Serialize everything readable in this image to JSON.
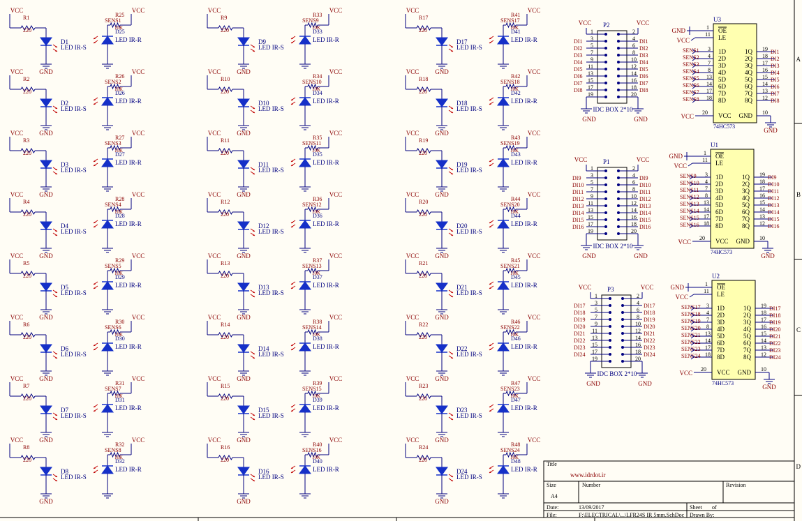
{
  "colors": {
    "background": "#fffdf5",
    "wire": "#000080",
    "label": "#8b0000",
    "component": "#000080",
    "part_fill": "#ffffb0",
    "diode_fill": "#1530c8",
    "frame": "#000000",
    "title_link": "#8b0000"
  },
  "cells": [
    {
      "r": "R1",
      "d": "D1",
      "rs": "R25",
      "dr": "D25",
      "sens": "SENS1"
    },
    {
      "r": "R2",
      "d": "D2",
      "rs": "R26",
      "dr": "D26",
      "sens": "SENS2"
    },
    {
      "r": "R3",
      "d": "D3",
      "rs": "R27",
      "dr": "D27",
      "sens": "SENS3"
    },
    {
      "r": "R4",
      "d": "D4",
      "rs": "R28",
      "dr": "D28",
      "sens": "SENS4"
    },
    {
      "r": "R5",
      "d": "D5",
      "rs": "R29",
      "dr": "D29",
      "sens": "SENS5"
    },
    {
      "r": "R6",
      "d": "D6",
      "rs": "R30",
      "dr": "D30",
      "sens": "SENS6"
    },
    {
      "r": "R7",
      "d": "D7",
      "rs": "R31",
      "dr": "D31",
      "sens": "SENS7"
    },
    {
      "r": "R8",
      "d": "D8",
      "rs": "R32",
      "dr": "D32",
      "sens": "SENS8"
    },
    {
      "r": "R9",
      "d": "D9",
      "rs": "R33",
      "dr": "D33",
      "sens": "SENS9"
    },
    {
      "r": "R10",
      "d": "D10",
      "rs": "R34",
      "dr": "D34",
      "sens": "SENS10"
    },
    {
      "r": "R11",
      "d": "D11",
      "rs": "R35",
      "dr": "D35",
      "sens": "SENS11"
    },
    {
      "r": "R12",
      "d": "D12",
      "rs": "R36",
      "dr": "D36",
      "sens": "SENS12"
    },
    {
      "r": "R13",
      "d": "D13",
      "rs": "R37",
      "dr": "D37",
      "sens": "SENS13"
    },
    {
      "r": "R14",
      "d": "D14",
      "rs": "R38",
      "dr": "D38",
      "sens": "SENS14"
    },
    {
      "r": "R15",
      "d": "D15",
      "rs": "R39",
      "dr": "D39",
      "sens": "SENS15"
    },
    {
      "r": "R16",
      "d": "D16",
      "rs": "R40",
      "dr": "D40",
      "sens": "SENS16"
    },
    {
      "r": "R17",
      "d": "D17",
      "rs": "R41",
      "dr": "D41",
      "sens": "SENS17"
    },
    {
      "r": "R18",
      "d": "D18",
      "rs": "R42",
      "dr": "D42",
      "sens": "SENS18"
    },
    {
      "r": "R19",
      "d": "D19",
      "rs": "R43",
      "dr": "D43",
      "sens": "SENS19"
    },
    {
      "r": "R20",
      "d": "D20",
      "rs": "R44",
      "dr": "D44",
      "sens": "SENS20"
    },
    {
      "r": "R21",
      "d": "D21",
      "rs": "R45",
      "dr": "D45",
      "sens": "SENS21"
    },
    {
      "r": "R22",
      "d": "D22",
      "rs": "R46",
      "dr": "D46",
      "sens": "SENS22"
    },
    {
      "r": "R23",
      "d": "D23",
      "rs": "R47",
      "dr": "D47",
      "sens": "SENS23"
    },
    {
      "r": "R24",
      "d": "D24",
      "rs": "R48",
      "dr": "D48",
      "sens": "SENS24"
    }
  ],
  "labels": {
    "vcc": "VCC",
    "gnd": "GND",
    "r_value": "220",
    "rs_value": "10K",
    "led_tx": "LED IR-S",
    "led_rx": "LED IR-R"
  },
  "connectors": [
    {
      "name": "P2",
      "pins": [
        "DI1",
        "DI2",
        "DI3",
        "DI4",
        "DI5",
        "DI6",
        "DI7",
        "DI8"
      ],
      "footer": "IDC BOX 2*10"
    },
    {
      "name": "P1",
      "pins": [
        "DI9",
        "DI10",
        "DI11",
        "DI12",
        "DI13",
        "DI14",
        "DI15",
        "DI16"
      ],
      "footer": "IDC BOX 2*10"
    },
    {
      "name": "P3",
      "pins": [
        "DI17",
        "DI18",
        "DI19",
        "DI20",
        "DI21",
        "DI22",
        "DI23",
        "DI24"
      ],
      "footer": "IDC BOX 2*10"
    }
  ],
  "latches": [
    {
      "name": "U3",
      "part": "74HC573",
      "in": [
        "SENS1",
        "SENS2",
        "SENS3",
        "SENS4",
        "SENS5",
        "SENS6",
        "SENS7",
        "SENS8"
      ],
      "out": [
        "DI1",
        "DI2",
        "DI3",
        "DI4",
        "DI5",
        "DI6",
        "DI7",
        "DI8"
      ]
    },
    {
      "name": "U1",
      "part": "74HC573",
      "in": [
        "SENS9",
        "SENS10",
        "SENS11",
        "SENS12",
        "SENS13",
        "SENS14",
        "SENS15",
        "SENS16"
      ],
      "out": [
        "DI9",
        "DI10",
        "DI11",
        "DI12",
        "DI13",
        "DI14",
        "DI15",
        "DI16"
      ]
    },
    {
      "name": "U2",
      "part": "74HC573",
      "in": [
        "SENS17",
        "SENS18",
        "SENS19",
        "SENS20",
        "SENS21",
        "SENS22",
        "SENS23",
        "SENS24"
      ],
      "out": [
        "DI17",
        "DI18",
        "DI19",
        "DI20",
        "DI21",
        "DI22",
        "DI23",
        "DI24"
      ]
    }
  ],
  "latch_pins": {
    "oe": "OE",
    "le": "LE",
    "d": [
      "1D",
      "2D",
      "3D",
      "4D",
      "5D",
      "6D",
      "7D",
      "8D"
    ],
    "q": [
      "1Q",
      "2Q",
      "3Q",
      "4Q",
      "5Q",
      "6Q",
      "7Q",
      "8Q"
    ],
    "d_nums": [
      "3",
      "4",
      "7",
      "8",
      "13",
      "14",
      "17",
      "18"
    ],
    "q_nums": [
      "19",
      "18",
      "17",
      "16",
      "15",
      "14",
      "13",
      "12"
    ],
    "oe_num": "1",
    "le_num": "11",
    "vcc_num": "20",
    "gnd_num": "10",
    "vcc": "VCC",
    "gnd": "GND"
  },
  "zones": [
    "A",
    "B",
    "C",
    "D"
  ],
  "title_block": {
    "title_label": "Title",
    "title_value": "www.idrdot.ir",
    "size_label": "Size",
    "size_value": "A4",
    "number_label": "Number",
    "revision_label": "Revision",
    "date_label": "Date:",
    "date_value": "13/09/2017",
    "sheet_label": "Sheet",
    "of_label": "of",
    "file_label": "File:",
    "file_value": "F:\\ELECTRICAL\\...\\LFR24S IR 5mm.SchDoc",
    "drawn_label": "Drawn By:"
  }
}
